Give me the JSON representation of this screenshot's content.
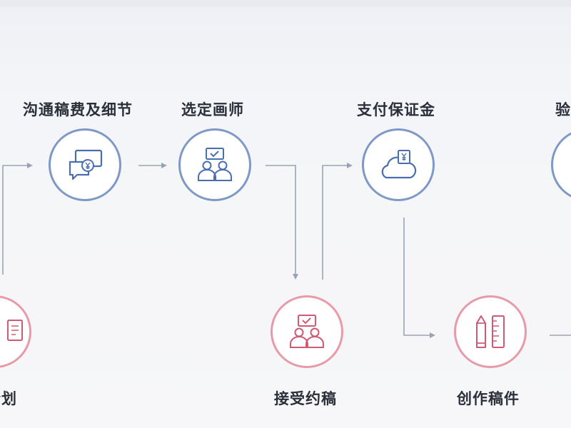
{
  "steps": {
    "communicate": "沟通稿费及细节",
    "select_artist": "选定画师",
    "pay_deposit": "支付保证金",
    "accept_check": "验",
    "plan": "企划",
    "accept_commission": "接受约稿",
    "create_work": "创作稿件"
  },
  "icons": {
    "communicate": "chat-bubbles-yen-icon",
    "select_artist": "two-people-board-icon",
    "pay_deposit": "cloud-payment-icon",
    "accept_check": "check-icon",
    "plan": "document-icon",
    "accept_commission": "two-people-board-icon",
    "create_work": "pencil-ruler-icon"
  },
  "colors": {
    "blue_ring": "#7e98c7",
    "red_ring": "#e79aa8",
    "blue_icon": "#4a6fb0",
    "red_icon": "#d05a74",
    "connector": "#9aa3b5",
    "text": "#2b2f3a"
  }
}
